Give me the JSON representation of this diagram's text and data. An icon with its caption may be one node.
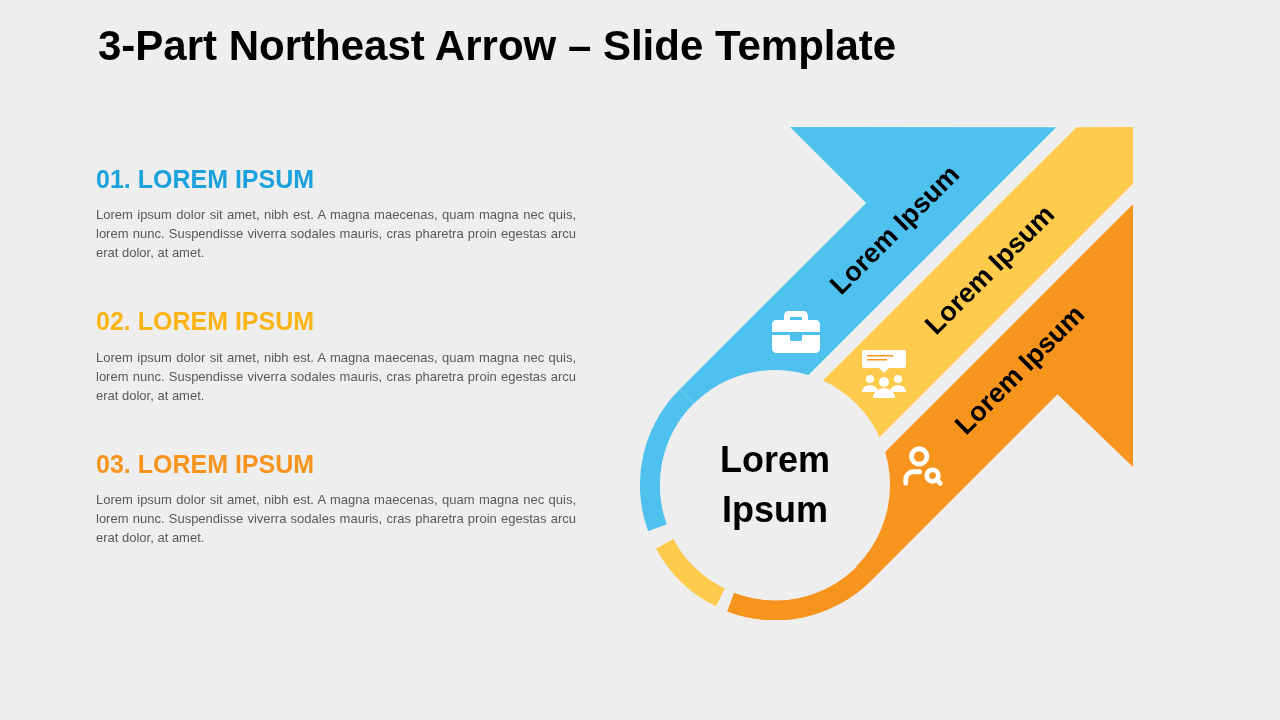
{
  "diagram": {
    "title": "3-Part Northeast Arrow – Slide Template",
    "nodes": [
      {
        "text": [
          "Lorem Ipsum"
        ]
      },
      {
        "text": [
          "Lorem Ipsum"
        ]
      },
      {
        "text": [
          "Lorem Ipsum"
        ]
      },
      {
        "text": [
          "Lorem Ipsum"
        ]
      }
    ],
    "labels": [
      "01. LOREM IPSUM",
      "Lorem ipsum dolor sit amet, nibh est. A magna maecenas, quam magna nec quis, lorem nunc. Suspendisse viverra sodales mauris, cras pharetra proin egestas arcu erat dolor, at amet.",
      "02. LOREM IPSUM",
      "Lorem ipsum dolor sit amet, nibh est. A magna maecenas, quam magna nec quis, lorem nunc. Suspendisse viverra sodales mauris, cras pharetra proin egestas arcu erat dolor, at amet.",
      "03. LOREM IPSUM",
      "Lorem ipsum dolor sit amet, nibh est. A magna maecenas, quam magna nec quis, lorem nunc. Suspendisse viverra sodales mauris, cras pharetra proin egestas arcu erat dolor, at amet."
    ]
  }
}
